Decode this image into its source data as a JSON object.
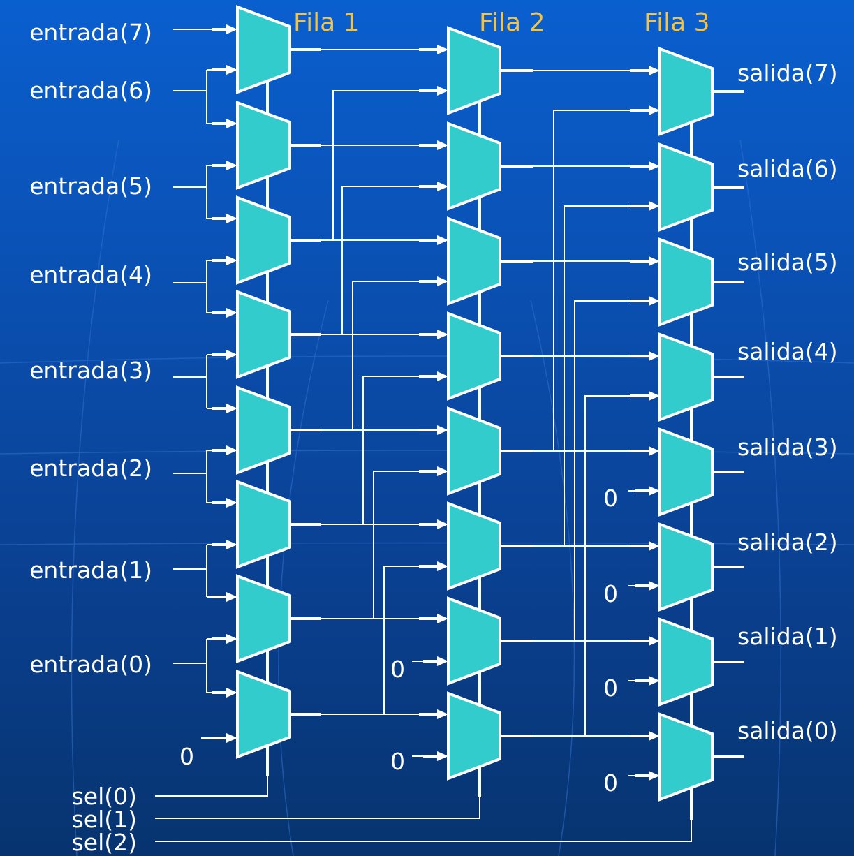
{
  "rows": [
    "Fila 1",
    "Fila 2",
    "Fila 3"
  ],
  "inputs": [
    "entrada(7)",
    "entrada(6)",
    "entrada(5)",
    "entrada(4)",
    "entrada(3)",
    "entrada(2)",
    "entrada(1)",
    "entrada(0)"
  ],
  "outputs": [
    "salida(7)",
    "salida(6)",
    "salida(5)",
    "salida(4)",
    "salida(3)",
    "salida(2)",
    "salida(1)",
    "salida(0)"
  ],
  "selects": [
    "sel(0)",
    "sel(1)",
    "sel(2)"
  ],
  "zero": "0",
  "colors": {
    "mux": "#33cccc",
    "row_label": "#f5c242",
    "wire": "#ffffff",
    "background": "#0a4fb0"
  }
}
